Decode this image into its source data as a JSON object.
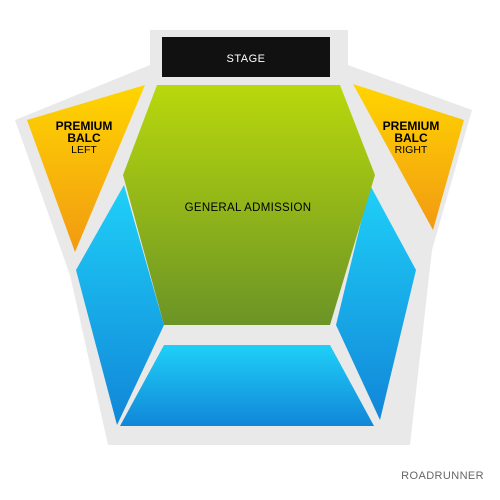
{
  "venue": "ROADRUNNER",
  "stage": {
    "label": "STAGE"
  },
  "sections": {
    "general_admission": {
      "label": "GENERAL ADMISSION",
      "color": "#9acb1e"
    },
    "premium_balc_left": {
      "line1": "PREMIUM",
      "line2": "BALC",
      "line3": "LEFT",
      "color": "#f8b90e"
    },
    "premium_balc_right": {
      "line1": "PREMIUM",
      "line2": "BALC",
      "line3": "RIGHT",
      "color": "#f8b90e"
    },
    "balcony_left": {
      "color": "#1ea9e2"
    },
    "balcony_right": {
      "color": "#1ea9e2"
    },
    "balcony_rear": {
      "color": "#1ea9e2"
    }
  },
  "colors": {
    "outline": "#e8e8e8",
    "stage": "#111111"
  }
}
